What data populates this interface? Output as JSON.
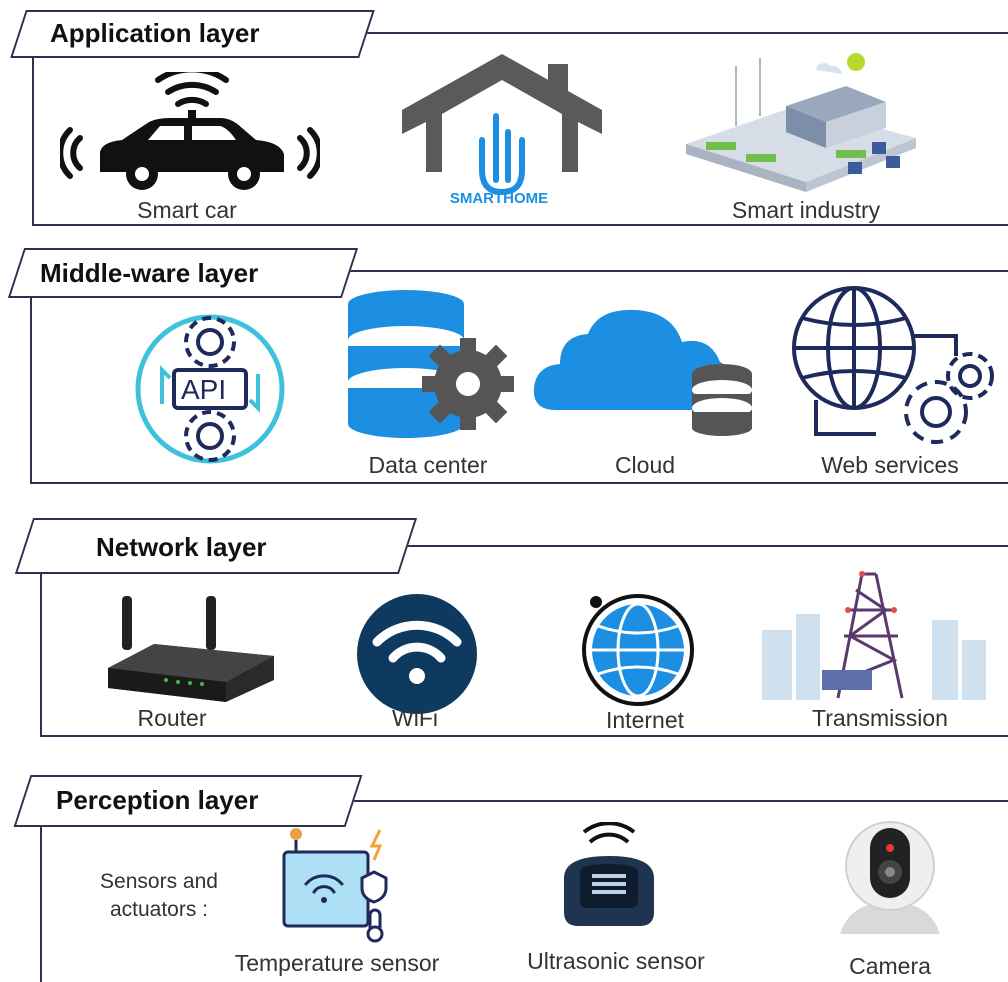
{
  "layers": [
    {
      "title": "Application layer",
      "items": [
        {
          "label": "Smart car",
          "icon": "smart-car-icon"
        },
        {
          "label": "SMARTHOME",
          "icon": "smart-home-icon"
        },
        {
          "label": "Smart industry",
          "icon": "smart-industry-icon"
        }
      ]
    },
    {
      "title": "Middle-ware layer",
      "items": [
        {
          "label": "API",
          "icon": "api-icon"
        },
        {
          "label": "Data center",
          "icon": "data-center-icon"
        },
        {
          "label": "Cloud",
          "icon": "cloud-icon"
        },
        {
          "label": "Web services",
          "icon": "web-services-icon"
        }
      ]
    },
    {
      "title": "Network layer",
      "items": [
        {
          "label": "Router",
          "icon": "router-icon"
        },
        {
          "label": "WiFi",
          "icon": "wifi-icon"
        },
        {
          "label": "Internet",
          "icon": "internet-icon"
        },
        {
          "label": "Transmission",
          "icon": "transmission-tower-icon"
        }
      ]
    },
    {
      "title": "Perception layer",
      "sensors_label_1": "Sensors and",
      "sensors_label_2": "actuators :",
      "items": [
        {
          "label": "Temperature sensor",
          "icon": "temperature-sensor-icon"
        },
        {
          "label": "Ultrasonic sensor",
          "icon": "ultrasonic-sensor-icon"
        },
        {
          "label": "Camera",
          "icon": "camera-icon"
        }
      ]
    }
  ],
  "colors": {
    "border": "#2d3152",
    "blue": "#1c8fe3",
    "navy": "#0e3a5f",
    "cyan": "#3ec1dc",
    "gray": "#5f5f5f"
  }
}
